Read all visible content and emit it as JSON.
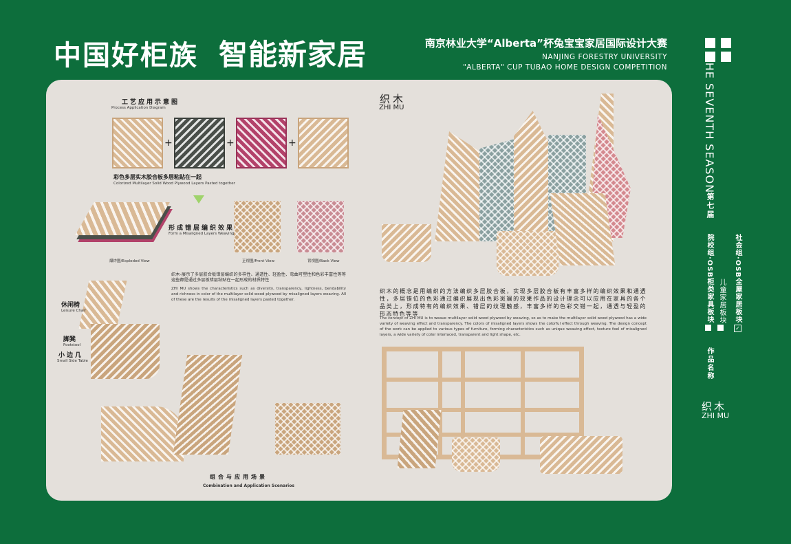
{
  "header": {
    "title": "中国好柜族",
    "title2": "智能新家居",
    "competition_cn": "南京林业大学“Alberta”杯兔宝宝家居国际设计大赛",
    "university_en": "NANJING FORESTRY UNIVERSITY",
    "competition_en": "\"ALBERTA\" CUP TUBAO HOME DESIGN COMPETITION"
  },
  "sidebar": {
    "season_en": "THE SEVENTH SEASON",
    "season_cn": "第七届",
    "group_school": "院校组·OSB柜类家具板块",
    "group_social": "社会组·OSB全屋家居板块",
    "children": "儿童家居板块",
    "work_name_label": "作品名称",
    "work_name_cn": "织木",
    "work_name_en": "ZHI MU",
    "check_mark": "✓"
  },
  "process": {
    "title_cn": "工艺应用示意图",
    "title_en": "Process Application Diagram",
    "plus": "+",
    "caption_cn": "彩色多层实木胶合板多层粘贴在一起",
    "caption_en": "Colorized Multilayer Solid Wood Plywood Layers Pasted together",
    "weave_cn": "形成错层编织效果",
    "weave_en": "Form a Misaligned Layers Weaving Effect",
    "exploded": "爆炸图/Exploded View",
    "front": "正视图/Front View",
    "back": "背视图/Back View"
  },
  "intro": {
    "cn": "织木-展示了多层胶合板错层编织的多样性、通透性、轻盈性、弯曲可塑性和色彩丰富性等等这些都是通过多层板错层粘贴在一起形成的材质特性",
    "en": "ZHI MU shows the characteristics such as diversity, transparency, lightness, bendability and richness in color of the multilayer solid wood plywood by misaligned layers weaving. All of these are the results of the misaligned layers pasted together."
  },
  "products": {
    "leisure_chair_cn": "休闲椅",
    "leisure_chair_en": "Leisure Chair",
    "footstool_cn": "脚凳",
    "footstool_en": "Footstool",
    "side_table_cn": "小边几",
    "side_table_en": "Small Side Table",
    "scenario_cn": "组合与应用场景",
    "scenario_en": "Combination and Application Scenarios"
  },
  "concept": {
    "name_cn": "织木",
    "name_en": "ZHI MU",
    "cn": "织木的概念是用编织的方法编织多层胶合板，实现多层胶合板有丰富多样的编织效果和通透性，多层错位的色彩通过编织展现出色彩斑斓的效果作品的设计理念可以应用在家具的各个品类上，形成特有的编织效果、错层的纹理触感，丰富多样的色彩交错一起，通透与轻盈的形态特色等等",
    "en": "The concept of ZHI MU is to weave multilayer solid wood plywood by weaving, so as to make the multilayer solid wood plywood has a wide variety of weaving effect and transparency. The colors of misaligned layers shows the colorful effect through weaving. The design concept of the work can be applied to various types of furniture, forming characteristics such as unique weaving effect, texture feel of misaligned layers, a wide variety of color interlaced, transparent and light shape, etc."
  },
  "colors": {
    "brand_green": "#0d6e3c",
    "panel_bg": "#e4e0db",
    "wood": "#d9b995",
    "dark_gray": "#4a4f4a",
    "magenta": "#b3426a"
  }
}
